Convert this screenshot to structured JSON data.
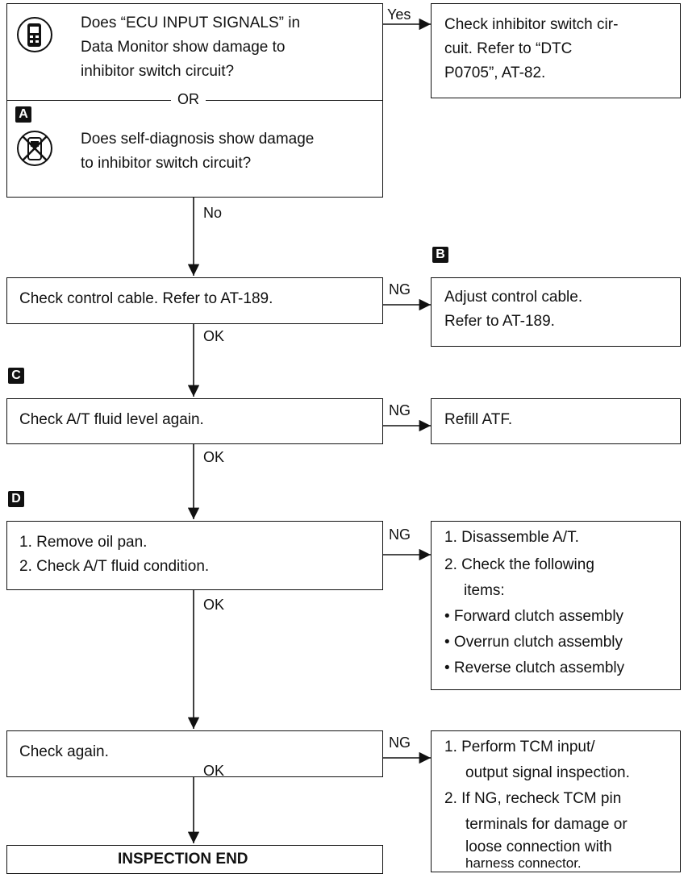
{
  "q1": {
    "line1": "Does “ECU INPUT SIGNALS” in",
    "line2": "Data Monitor show damage to",
    "line3": "inhibitor switch circuit?",
    "or": "OR",
    "line4": "Does self-diagnosis show damage",
    "line5": "to inhibitor switch circuit?"
  },
  "yes_label": "Yes",
  "no_label": "No",
  "r1": {
    "line1": "Check inhibitor switch cir-",
    "line2": "cuit. Refer to “DTC",
    "line3": "P0705”, AT-82."
  },
  "markers": {
    "a": "A",
    "b": "B",
    "c": "C",
    "d": "D"
  },
  "s2": {
    "text": "Check control cable. Refer to AT-189.",
    "ng": "NG",
    "ok": "OK"
  },
  "r2": {
    "line1": "Adjust control cable.",
    "line2": "Refer to AT-189."
  },
  "s3": {
    "text": "Check A/T fluid level again.",
    "ng": "NG",
    "ok": "OK"
  },
  "r3": {
    "text": "Refill ATF."
  },
  "s4": {
    "line1": "1. Remove oil pan.",
    "line2": "2. Check A/T fluid condition.",
    "ng": "NG",
    "ok": "OK"
  },
  "r4": {
    "line1": "1. Disassemble A/T.",
    "line2": "2. Check the following",
    "line3": "items:",
    "line4": "• Forward clutch assembly",
    "line5": "• Overrun clutch assembly",
    "line6": "• Reverse clutch assembly"
  },
  "s5": {
    "text": "Check again.",
    "ng": "NG",
    "ok": "OK"
  },
  "r5": {
    "line1": "1. Perform TCM input/",
    "line2": "output signal inspection.",
    "line3": "2. If NG, recheck TCM pin",
    "line4": "terminals for damage or",
    "line5": "loose connection with",
    "line6": "harness connector."
  },
  "end": {
    "text": "INSPECTION END"
  }
}
